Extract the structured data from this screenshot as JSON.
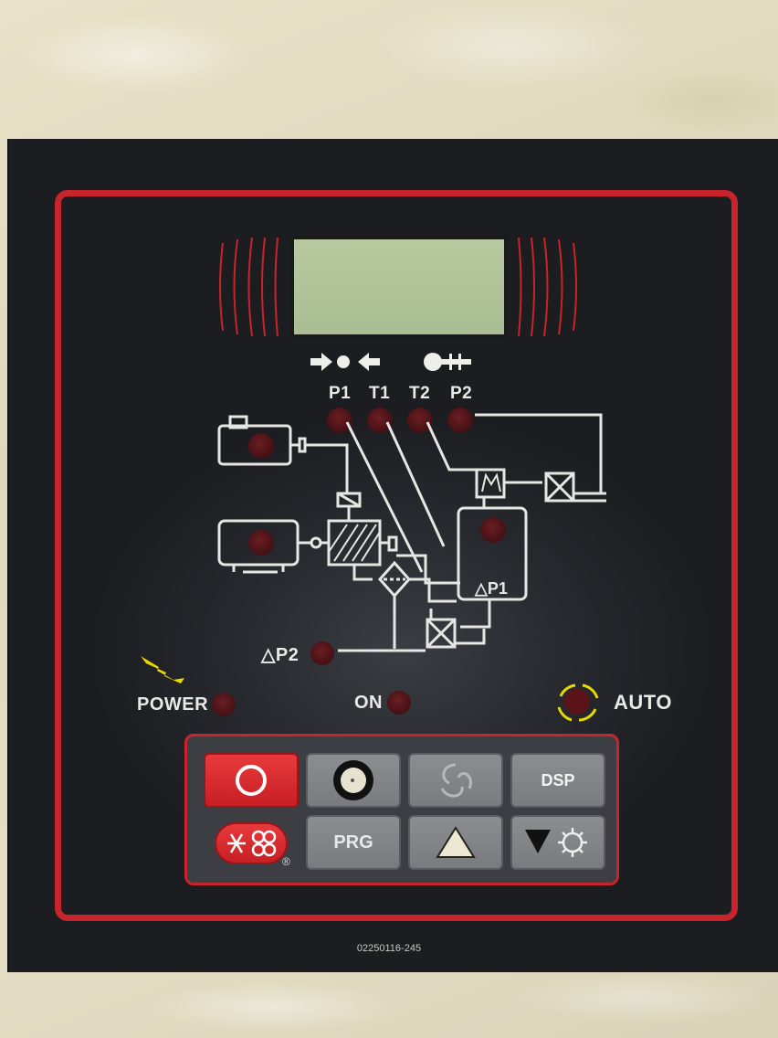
{
  "panel": {
    "pressure_labels": [
      "P1",
      "T1",
      "T2",
      "P2"
    ],
    "delta_p2_label": "△P2",
    "delta_p1_label": "△P1",
    "power_label": "POWER",
    "on_label": "ON",
    "auto_label": "AUTO",
    "serial": "02250116-245"
  },
  "keypad": {
    "prg_label": "PRG",
    "dsp_label": "DSP",
    "registered_mark": "®"
  },
  "colors": {
    "frame_red": "#c8242c",
    "lcd_green": "#b8c9a0",
    "power_yellow": "#e8d800"
  }
}
